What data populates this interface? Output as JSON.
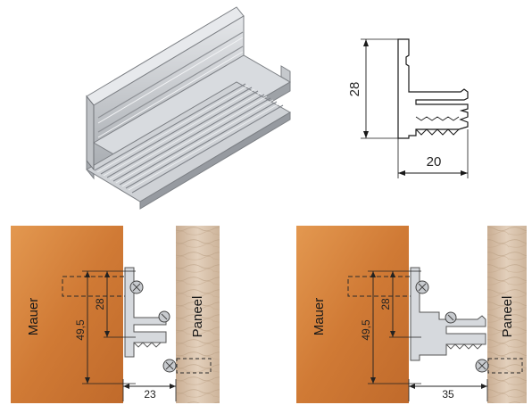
{
  "top_profile": {
    "height_label": "28",
    "width_label": "20"
  },
  "left_detail": {
    "wall_label": "Mauer",
    "panel_label": "Paneel",
    "dim_outer": "49,5",
    "dim_inner": "28",
    "dim_gap": "23"
  },
  "right_detail": {
    "wall_label": "Mauer",
    "panel_label": "Paneel",
    "dim_outer": "49,5",
    "dim_inner": "28",
    "dim_gap": "35"
  },
  "colors": {
    "wall": "#d9823f",
    "panel_wood": "#d9c3ab",
    "aluminium": "#c9ccd0"
  }
}
